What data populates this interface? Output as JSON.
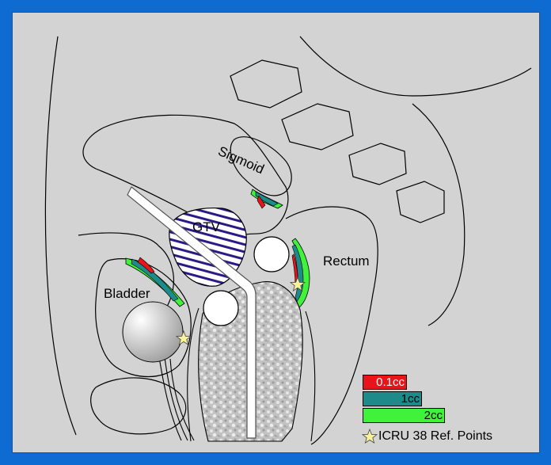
{
  "labels": {
    "sigmoid": "Sigmoid",
    "gtv": "GTV",
    "rectum": "Rectum",
    "bladder": "Bladder"
  },
  "legend": {
    "items": [
      {
        "label": "0.1cc",
        "color": "#e8141b"
      },
      {
        "label": "1cc",
        "color": "#1e8a8a"
      },
      {
        "label": "2cc",
        "color": "#41f23a"
      }
    ],
    "icru_label": "ICRU 38 Ref. Points"
  },
  "colors": {
    "background": "#0d6bd2",
    "panel": "#d3d3d3",
    "gtv_hatch": "#2a1a86",
    "marker_star": "#f6f19a"
  }
}
